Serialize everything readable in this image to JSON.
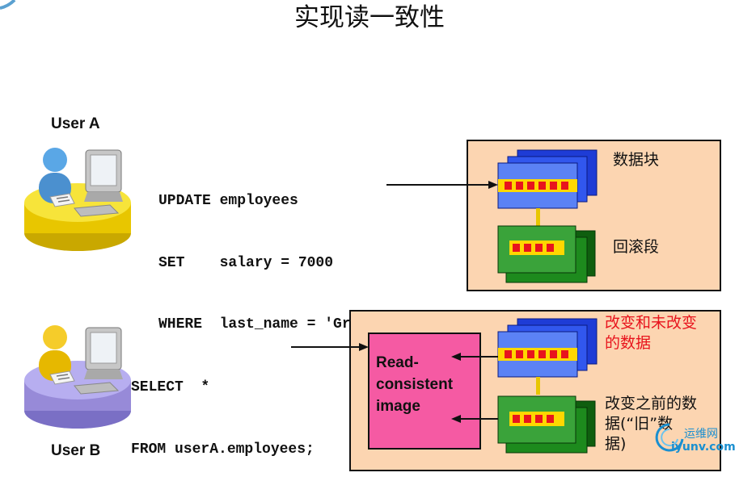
{
  "title": "实现读一致性",
  "userA": {
    "label": "User A",
    "sql": [
      "UPDATE employees",
      "SET    salary = 7000",
      "WHERE  last_name = 'Grant';"
    ]
  },
  "userB": {
    "label": "User B",
    "sql": [
      "SELECT  *",
      "FROM userA.employees;"
    ]
  },
  "panelA": {
    "data_block_label": "数据块",
    "rollback_label": "回滚段"
  },
  "panelB": {
    "read_consistent": [
      "Read-",
      "consistent",
      "image"
    ],
    "changed_label": [
      "改变和未改变",
      "的数据"
    ],
    "before_label": [
      "改变之前的数",
      "据(“旧”数",
      "据)"
    ]
  },
  "watermark": {
    "cn": "运维网",
    "url": "iyunv.com"
  },
  "colors": {
    "panel_bg": "#fcd5b1",
    "rc_box": "#f55aa3",
    "block_blue": "#3f6cf2",
    "block_green": "#1d8a1d",
    "stripe_red": "#e8141d",
    "stripe_yellow": "#ffd700",
    "accent_red_text": "#e8141d"
  }
}
